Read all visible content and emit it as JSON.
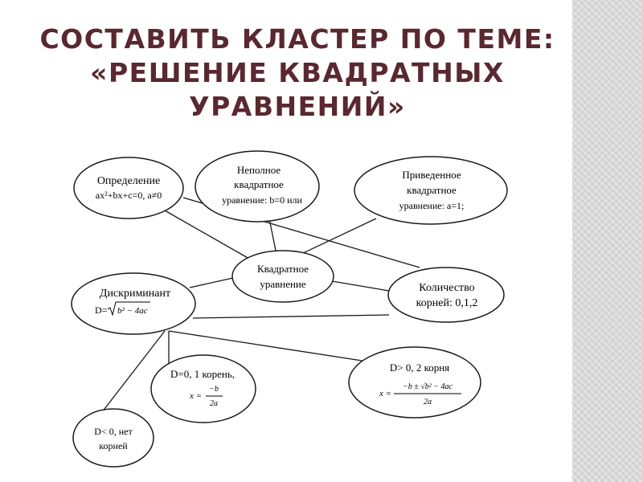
{
  "title": {
    "line1": "СОСТАВИТЬ КЛАСТЕР ПО ТЕМЕ:",
    "line2": "«РЕШЕНИЕ КВАДРАТНЫХ",
    "line3": "УРАВНЕНИЙ»"
  },
  "nodes": {
    "definition": {
      "line1": "Определение",
      "line2": "ax²+bx+c=0, a≠0"
    },
    "incomplete": {
      "line1": "Неполное",
      "line2": "квадратное",
      "line3": "уравнение: b=0 или"
    },
    "reduced": {
      "line1": "Приведенное",
      "line2": "квадратное",
      "line3": "уравнение: a=1;"
    },
    "center": {
      "line1": "Квадратное",
      "line2": "уравнение"
    },
    "discriminant": {
      "line1": "Дискриминант",
      "formula_lhs": "D=",
      "formula_rhs": "b² − 4ac"
    },
    "roots_count": {
      "line1": "Количество",
      "line2": "корней: 0,1,2"
    },
    "d_zero": {
      "line1": "D=0, 1 корень,",
      "x_eq": "x =",
      "num": "−b",
      "den": "2a"
    },
    "d_positive": {
      "line1": "D> 0, 2 корня",
      "x_eq": "x =",
      "num": "−b ± √b² − 4ac",
      "den": "2a"
    },
    "d_negative": {
      "line1": "D< 0, нет",
      "line2": "корней"
    }
  }
}
